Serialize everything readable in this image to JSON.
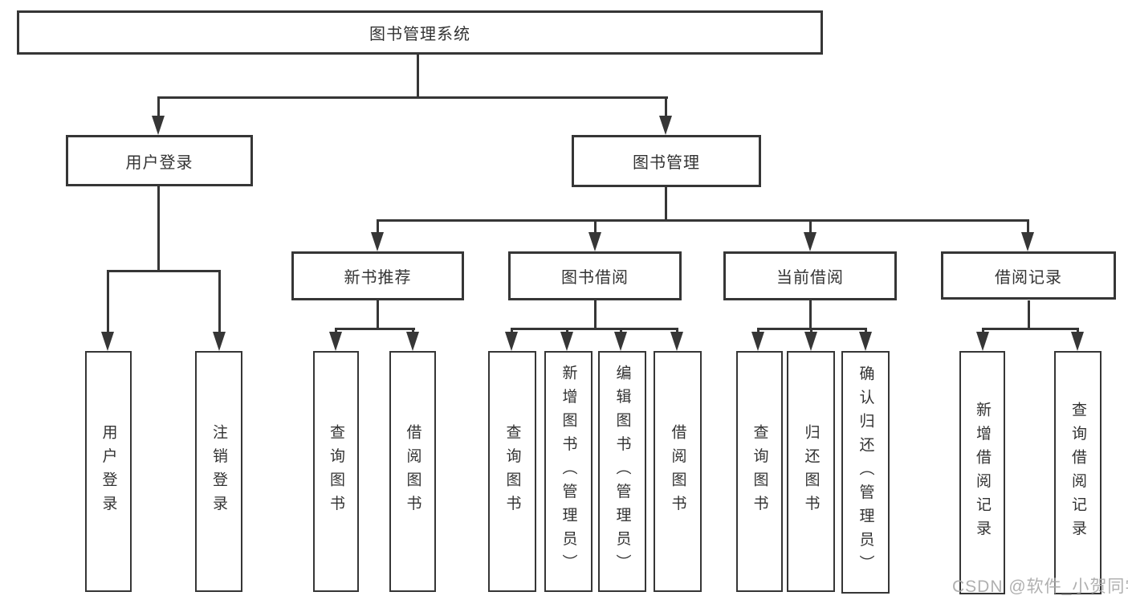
{
  "tree": {
    "root": {
      "label": "图书管理系统"
    },
    "branches": [
      {
        "label": "用户登录",
        "children": [
          {
            "label": "用户登录"
          },
          {
            "label": "注销登录"
          }
        ]
      },
      {
        "label": "图书管理",
        "children": [
          {
            "label": "新书推荐",
            "children": [
              {
                "label": "查询图书"
              },
              {
                "label": "借阅图书"
              }
            ]
          },
          {
            "label": "图书借阅",
            "children": [
              {
                "label": "查询图书"
              },
              {
                "label": "新增图书（管理员）"
              },
              {
                "label": "编辑图书（管理员）"
              },
              {
                "label": "借阅图书"
              }
            ]
          },
          {
            "label": "当前借阅",
            "children": [
              {
                "label": "查询图书"
              },
              {
                "label": "归还图书"
              },
              {
                "label": "确认归还（管理员）"
              }
            ]
          },
          {
            "label": "借阅记录",
            "children": [
              {
                "label": "新增借阅记录"
              },
              {
                "label": "查询借阅记录"
              }
            ]
          }
        ]
      }
    ]
  },
  "watermark": {
    "text": "CSDN @软件_小贺同学"
  },
  "colors": {
    "line": "#363636",
    "text": "#333333",
    "background": "#ffffff",
    "watermark": "#acacac"
  }
}
